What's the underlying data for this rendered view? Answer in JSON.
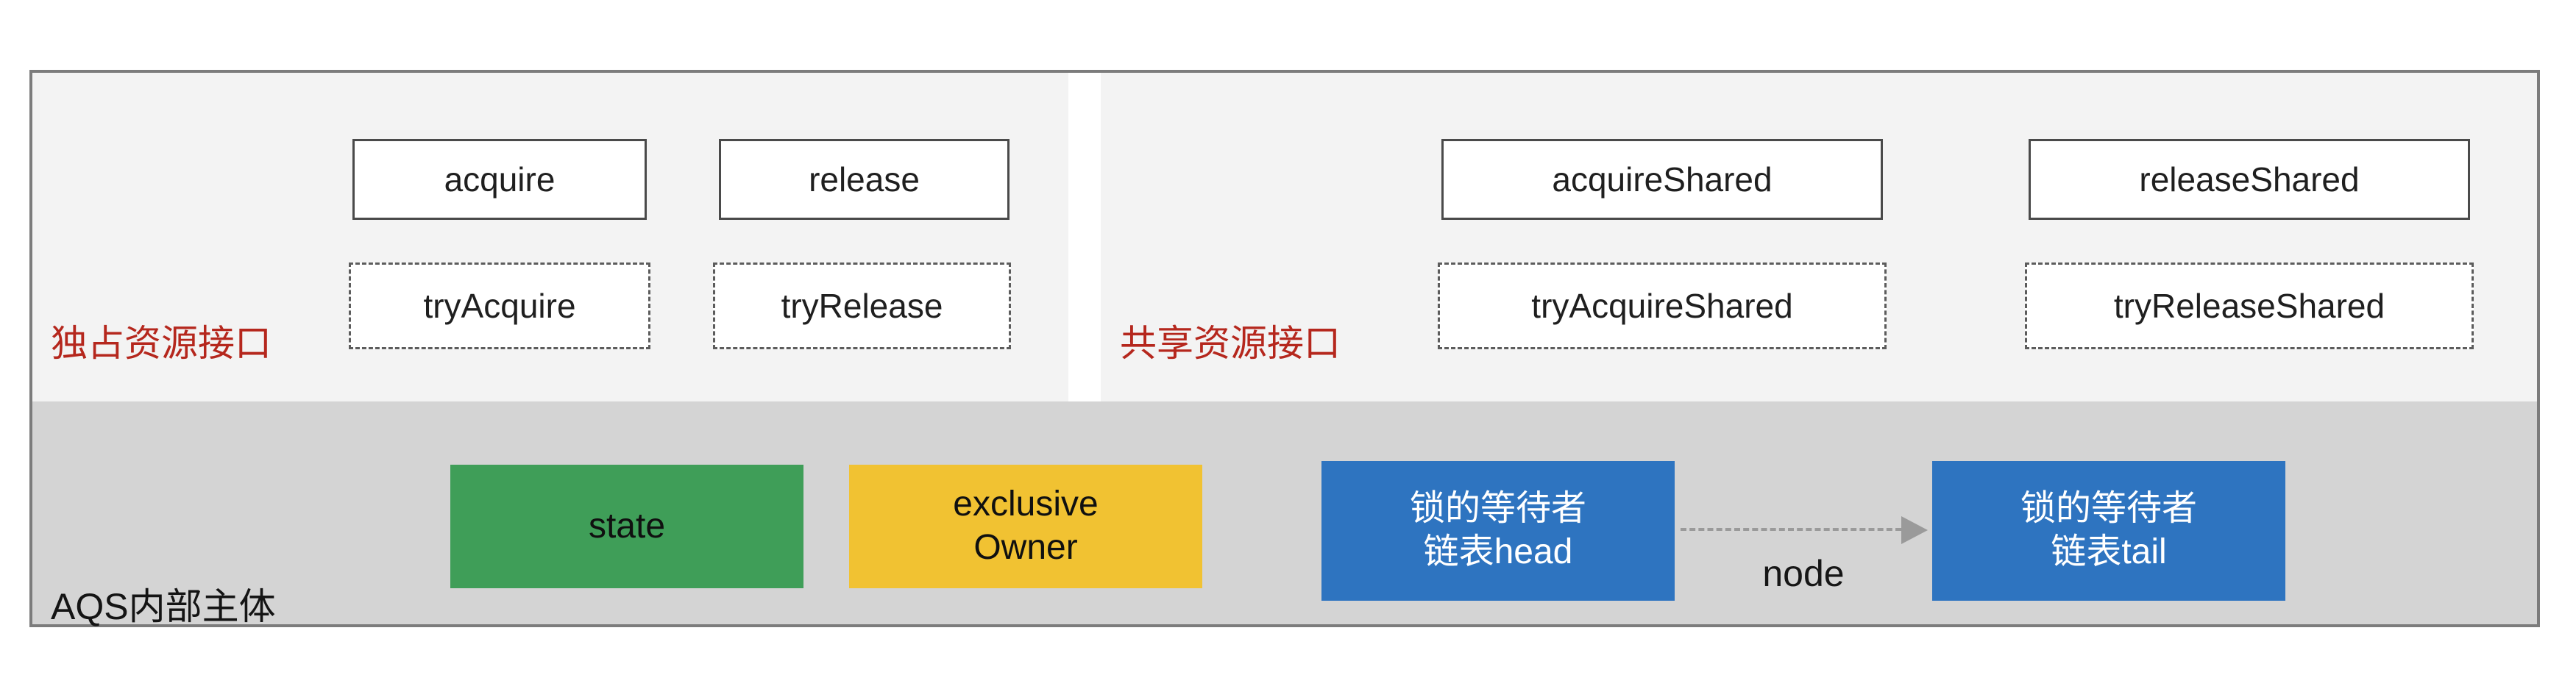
{
  "diagram": {
    "exclusive_section": {
      "label": "独占资源接口",
      "solid_boxes": [
        "acquire",
        "release"
      ],
      "dashed_boxes": [
        "tryAcquire",
        "tryRelease"
      ]
    },
    "shared_section": {
      "label": "共享资源接口",
      "solid_boxes": [
        "acquireShared",
        "releaseShared"
      ],
      "dashed_boxes": [
        "tryAcquireShared",
        "tryReleaseShared"
      ]
    },
    "body_section": {
      "label": "AQS内部主体",
      "state_box": "state",
      "owner_box": {
        "line1": "exclusive",
        "line2": "Owner"
      },
      "head_box": {
        "line1": "锁的等待者",
        "line2": "链表head"
      },
      "tail_box": {
        "line1": "锁的等待者",
        "line2": "链表tail"
      },
      "edge_label": "node"
    },
    "colors": {
      "state_green": "#3f9e58",
      "owner_yellow": "#f1c232",
      "queue_blue": "#2e74c0",
      "section_label_red": "#b5271d",
      "api_panel_bg": "#f3f3f3",
      "body_panel_bg": "#d4d4d4",
      "border_gray": "#7c7c7c"
    }
  }
}
